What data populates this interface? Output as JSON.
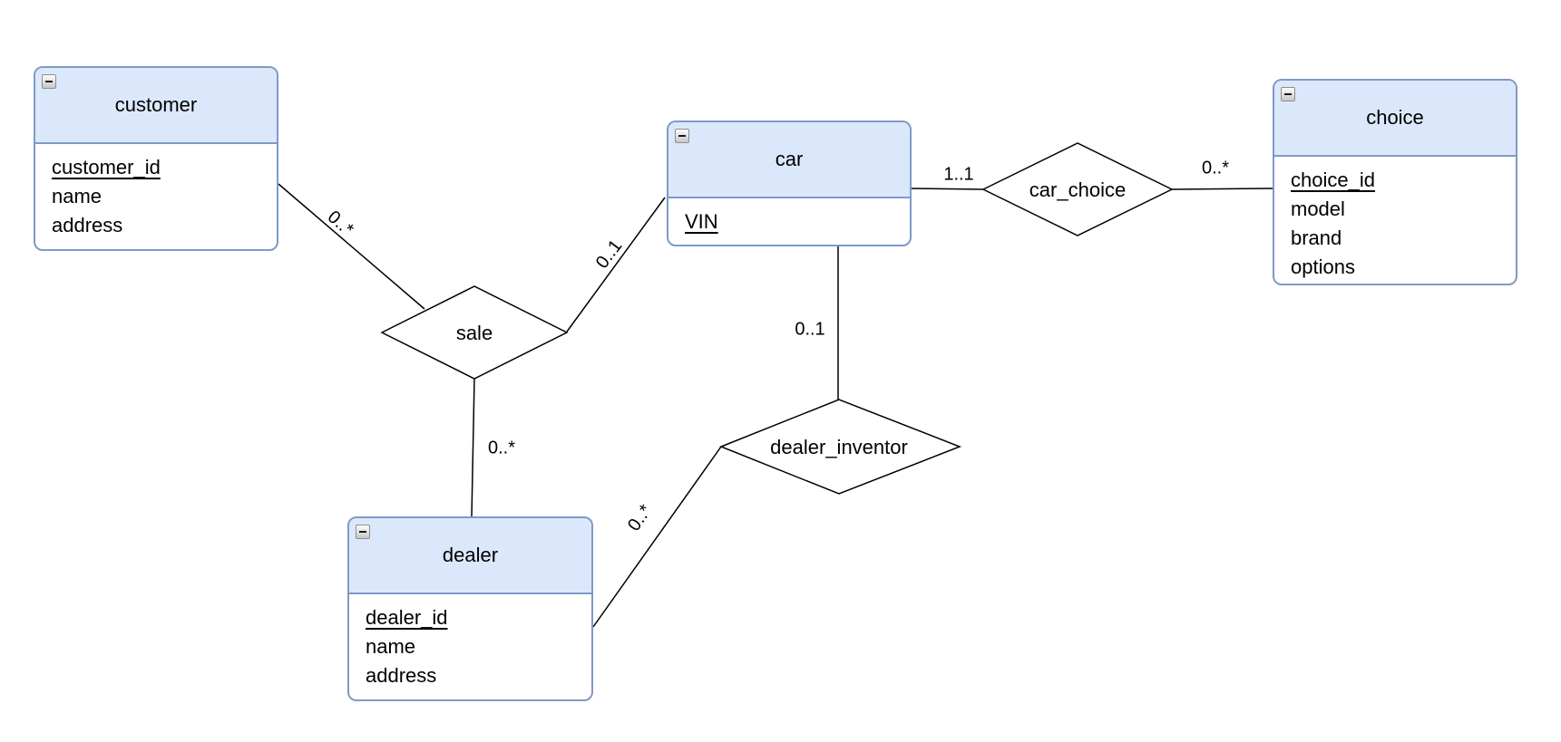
{
  "entities": {
    "customer": {
      "title": "customer",
      "attrs": [
        "customer_id",
        "name",
        "address"
      ],
      "primary_key": "customer_id"
    },
    "car": {
      "title": "car",
      "attrs": [
        "VIN"
      ],
      "primary_key": "VIN"
    },
    "choice": {
      "title": "choice",
      "attrs": [
        "choice_id",
        "model",
        "brand",
        "options"
      ],
      "primary_key": "choice_id"
    },
    "dealer": {
      "title": "dealer",
      "attrs": [
        "dealer_id",
        "name",
        "address"
      ],
      "primary_key": "dealer_id"
    }
  },
  "relationships": {
    "sale": {
      "label": "sale"
    },
    "car_choice": {
      "label": "car_choice"
    },
    "dealer_inventory": {
      "label": "dealer_inventor"
    }
  },
  "cardinalities": {
    "customer_sale": "0..*",
    "sale_car": "0..1",
    "sale_dealer": "0..*",
    "car_car_choice": "1..1",
    "car_choice_choice": "0..*",
    "car_dealer_inventory": "0..1",
    "dealer_dealer_inventory": "0..*"
  },
  "colors": {
    "background": "#ffffff",
    "entity_header_fill": "#dbe8fb",
    "entity_border": "#7e9ac6",
    "relationship_stroke": "#000000",
    "text": "#000000"
  }
}
